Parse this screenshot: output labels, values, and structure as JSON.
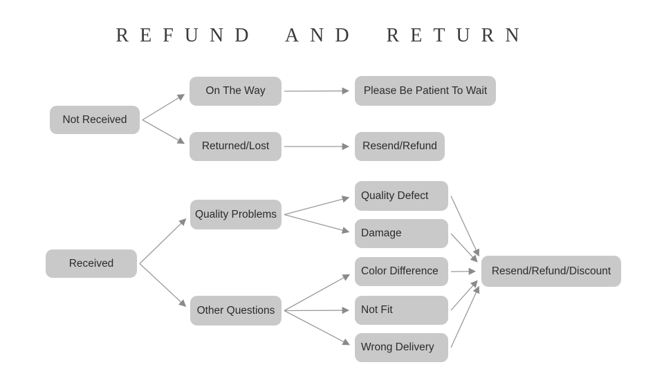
{
  "title": "REFUND AND RETURN",
  "colors": {
    "background": "#ffffff",
    "title_color": "#3a3a3a",
    "node_fill": "#c9c9c9",
    "node_text": "#2b2b2b",
    "arrow_line": "#9a9a9a",
    "arrow_head": "#8a8a8a"
  },
  "flowchart": {
    "nodes": {
      "not_received": {
        "label": "Not Received"
      },
      "on_the_way": {
        "label": "On The Way"
      },
      "please_wait": {
        "label": "Please Be Patient To Wait"
      },
      "returned_lost": {
        "label": "Returned/Lost"
      },
      "resend_refund": {
        "label": "Resend/Refund"
      },
      "received": {
        "label": "Received"
      },
      "quality_problems": {
        "label": "Quality Problems"
      },
      "other_questions": {
        "label": "Other Questions"
      },
      "quality_defect": {
        "label": "Quality Defect"
      },
      "damage": {
        "label": "Damage"
      },
      "color_difference": {
        "label": "Color Difference"
      },
      "not_fit": {
        "label": "Not Fit"
      },
      "wrong_delivery": {
        "label": "Wrong Delivery"
      },
      "resend_refund_discount": {
        "label": "Resend/Refund/Discount"
      }
    },
    "edges": [
      {
        "from": "not_received",
        "to": "on_the_way"
      },
      {
        "from": "not_received",
        "to": "returned_lost"
      },
      {
        "from": "on_the_way",
        "to": "please_wait"
      },
      {
        "from": "returned_lost",
        "to": "resend_refund"
      },
      {
        "from": "received",
        "to": "quality_problems"
      },
      {
        "from": "received",
        "to": "other_questions"
      },
      {
        "from": "quality_problems",
        "to": "quality_defect"
      },
      {
        "from": "quality_problems",
        "to": "damage"
      },
      {
        "from": "other_questions",
        "to": "color_difference"
      },
      {
        "from": "other_questions",
        "to": "not_fit"
      },
      {
        "from": "other_questions",
        "to": "wrong_delivery"
      },
      {
        "from": "quality_defect",
        "to": "resend_refund_discount"
      },
      {
        "from": "damage",
        "to": "resend_refund_discount"
      },
      {
        "from": "color_difference",
        "to": "resend_refund_discount"
      },
      {
        "from": "not_fit",
        "to": "resend_refund_discount"
      },
      {
        "from": "wrong_delivery",
        "to": "resend_refund_discount"
      }
    ]
  }
}
